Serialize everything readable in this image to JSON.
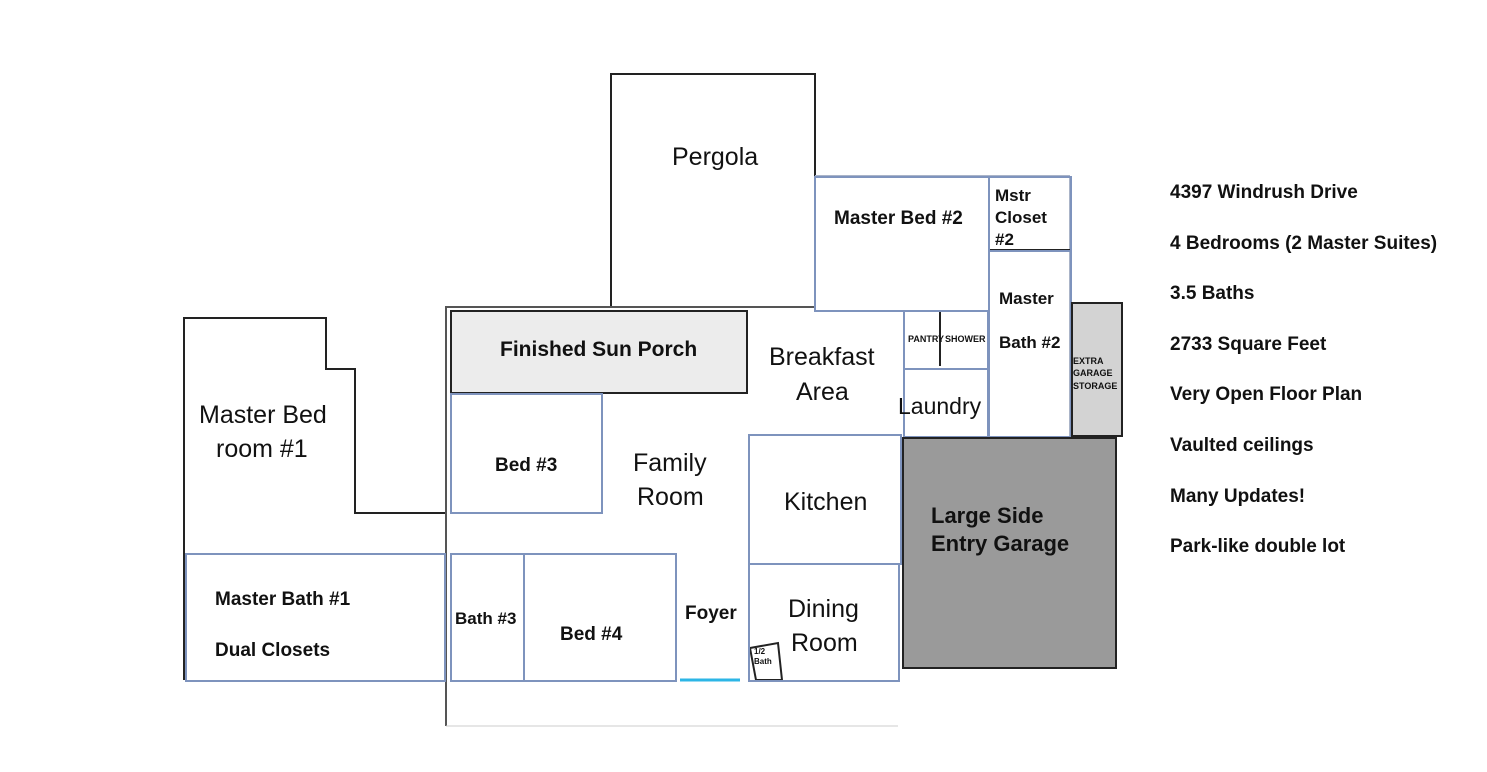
{
  "rooms": {
    "pergola": "Pergola",
    "master_bed_2": "Master Bed #2",
    "mstr_closet_2_l1": "Mstr",
    "mstr_closet_2_l2": "Closet",
    "mstr_closet_2_l3": "#2",
    "master_bath_2_l1": "Master",
    "master_bath_2_l2": "Bath #2",
    "pantry": "PANTRY",
    "shower": "SHOWER",
    "extra_storage_l1": "EXTRA",
    "extra_storage_l2": "GARAGE",
    "extra_storage_l3": "STORAGE",
    "sun_porch": "Finished Sun Porch",
    "breakfast_l1": "Breakfast",
    "breakfast_l2": "Area",
    "laundry": "Laundry",
    "master_bed_1_l1": "Master Bed",
    "master_bed_1_l2": "room #1",
    "bed_3": "Bed #3",
    "family_l1": "Family",
    "family_l2": "Room",
    "kitchen": "Kitchen",
    "garage_l1": "Large Side",
    "garage_l2": "Entry Garage",
    "master_bath_1": "Master Bath #1",
    "dual_closets": "Dual Closets",
    "bath_3": "Bath #3",
    "bed_4": "Bed #4",
    "foyer": "Foyer",
    "dining_l1": "Dining",
    "dining_l2": "Room",
    "half_bath_l1": "1/2",
    "half_bath_l2": "Bath"
  },
  "info": [
    "4397 Windrush Drive",
    "4 Bedrooms (2 Master Suites)",
    "3.5 Baths",
    "2733 Square Feet",
    "Very Open Floor Plan",
    "Vaulted ceilings",
    "Many Updates!",
    "Park-like double lot"
  ],
  "colors": {
    "wall_blue": "#7e93bd",
    "wall_black": "#222222",
    "garage_fill": "#9a9a9a",
    "storage_fill": "#d3d3d3",
    "sun_porch_fill": "#ececec",
    "door_accent": "#2cb6e6"
  }
}
